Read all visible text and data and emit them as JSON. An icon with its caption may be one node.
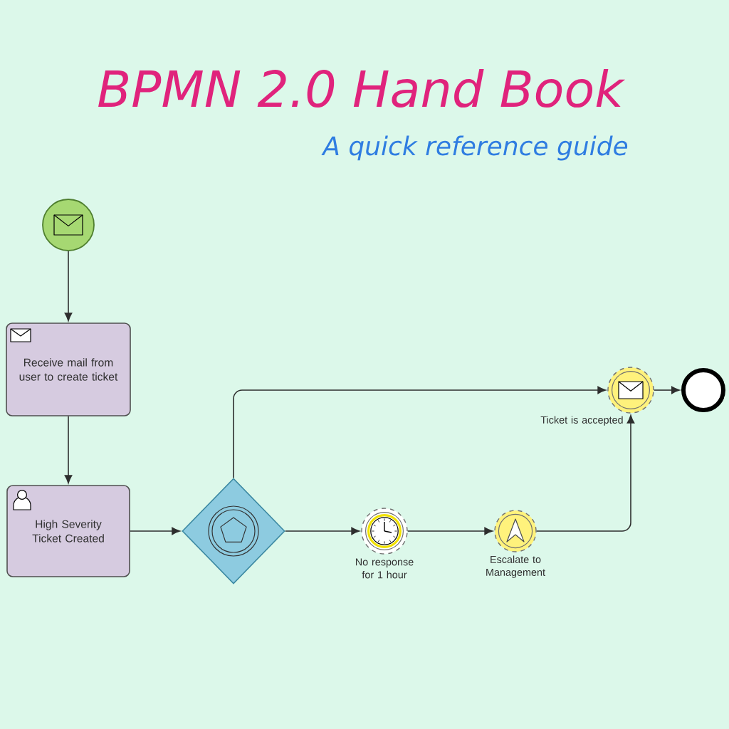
{
  "diagram": {
    "title": "BPMN 2.0 Hand Book",
    "nodes": [
      {
        "text": [],
        "shape": "circle"
      },
      {
        "text": [
          "Receive mail from user to create ticket"
        ]
      },
      {
        "text": [
          "High Severity Ticket Created"
        ]
      },
      {
        "text": [],
        "shape": "diamond"
      },
      {
        "text": [],
        "shape": "circle",
        "beside": [
          "No response for 1 hour"
        ]
      },
      {
        "text": [],
        "shape": "circle",
        "beside": [
          "Escalate to Management"
        ]
      },
      {
        "text": [],
        "shape": "circle",
        "beside": [
          "Ticket is accepted"
        ]
      },
      {
        "text": [],
        "shape": "circle"
      }
    ],
    "edges": [
      {
        "from": 0,
        "to": 1,
        "arrow": "to"
      },
      {
        "from": 1,
        "to": 2,
        "arrow": "to"
      },
      {
        "from": 2,
        "to": 3,
        "arrow": "to"
      },
      {
        "from": 3,
        "to": 6,
        "arrow": "to"
      },
      {
        "from": 3,
        "to": 4,
        "arrow": "to"
      },
      {
        "from": 4,
        "to": 5,
        "arrow": "to"
      },
      {
        "from": 5,
        "to": 6,
        "arrow": "to"
      },
      {
        "from": 6,
        "to": 7,
        "arrow": "to"
      }
    ],
    "labels": [
      "A quick reference guide"
    ]
  }
}
